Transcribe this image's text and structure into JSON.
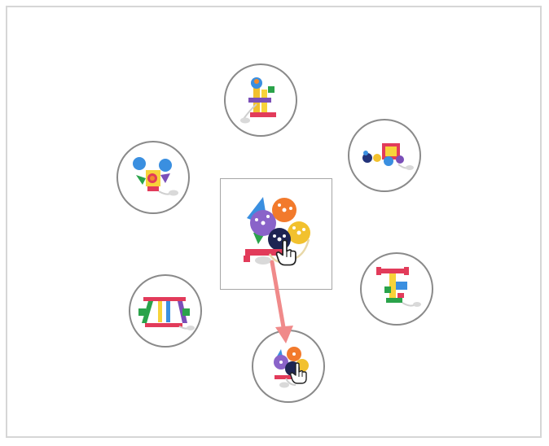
{
  "puzzle": {
    "mode": "drag-to-match",
    "instruction_shown": false
  },
  "colors": {
    "frame_border": "#d6d6d6",
    "slot_border": "#8a8a8a",
    "card_border": "#a6a6a6",
    "arrow": "#f08a8a"
  },
  "icons": {
    "cursor": "hand-pointer-icon",
    "arrow": "drag-arrow-icon"
  },
  "slots": [
    {
      "id": "top",
      "toy": "tower-with-ball-toy"
    },
    {
      "id": "upper-left",
      "toy": "twin-ball-robot-toy"
    },
    {
      "id": "upper-right",
      "toy": "wheel-car-toy"
    },
    {
      "id": "lower-left",
      "toy": "swing-frame-toy"
    },
    {
      "id": "lower-right",
      "toy": "crane-toy"
    },
    {
      "id": "bottom",
      "toy": "flower-gear-toy-match"
    }
  ],
  "center": {
    "toy": "flower-gear-toy"
  }
}
